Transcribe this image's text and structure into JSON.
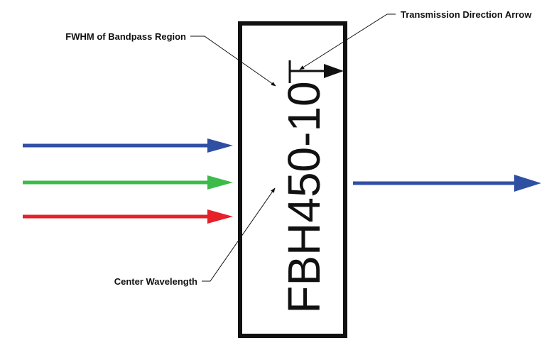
{
  "filter": {
    "part_number": "FBH450-10",
    "border_color": "#111111"
  },
  "beams": {
    "input": [
      {
        "color_name": "blue",
        "color": "#2f4fa3"
      },
      {
        "color_name": "green",
        "color": "#3dbb4a"
      },
      {
        "color_name": "red",
        "color": "#e8202a"
      }
    ],
    "output": {
      "color_name": "blue",
      "color": "#2f4fa3"
    }
  },
  "callouts": {
    "fwhm": "FWHM of Bandpass Region",
    "center_wavelength": "Center Wavelength",
    "transmission_direction": "Transmission Direction Arrow"
  }
}
